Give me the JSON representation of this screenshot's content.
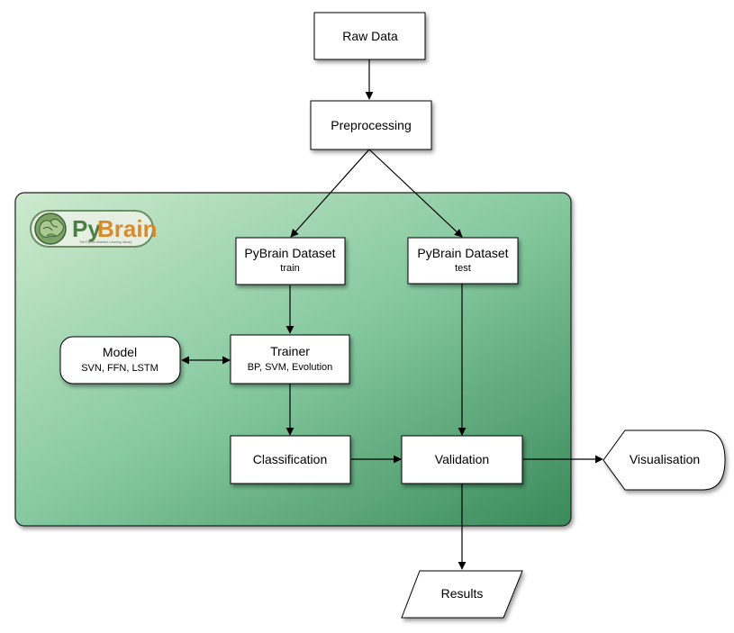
{
  "nodes": {
    "raw_data": {
      "title": "Raw Data"
    },
    "preprocessing": {
      "title": "Preprocessing"
    },
    "dataset_train": {
      "title": "PyBrain Dataset",
      "sub": "train"
    },
    "dataset_test": {
      "title": "PyBrain Dataset",
      "sub": "test"
    },
    "model": {
      "title": "Model",
      "sub": "SVN, FFN, LSTM"
    },
    "trainer": {
      "title": "Trainer",
      "sub": "BP, SVM, Evolution"
    },
    "classification": {
      "title": "Classification"
    },
    "validation": {
      "title": "Validation"
    },
    "visualisation": {
      "title": "Visualisation"
    },
    "results": {
      "title": "Results"
    }
  },
  "logo": {
    "py": "Py",
    "brain": "Brain",
    "tagline": "The Python Machine Learning Library"
  },
  "colors": {
    "panel_light": "#c8e8d2",
    "panel_dark": "#3f8a5e",
    "panel_border": "#222222",
    "box_fill": "#ffffff",
    "stroke": "#000000",
    "logo_py": "#4f7d47",
    "logo_brain": "#d98a2a"
  }
}
